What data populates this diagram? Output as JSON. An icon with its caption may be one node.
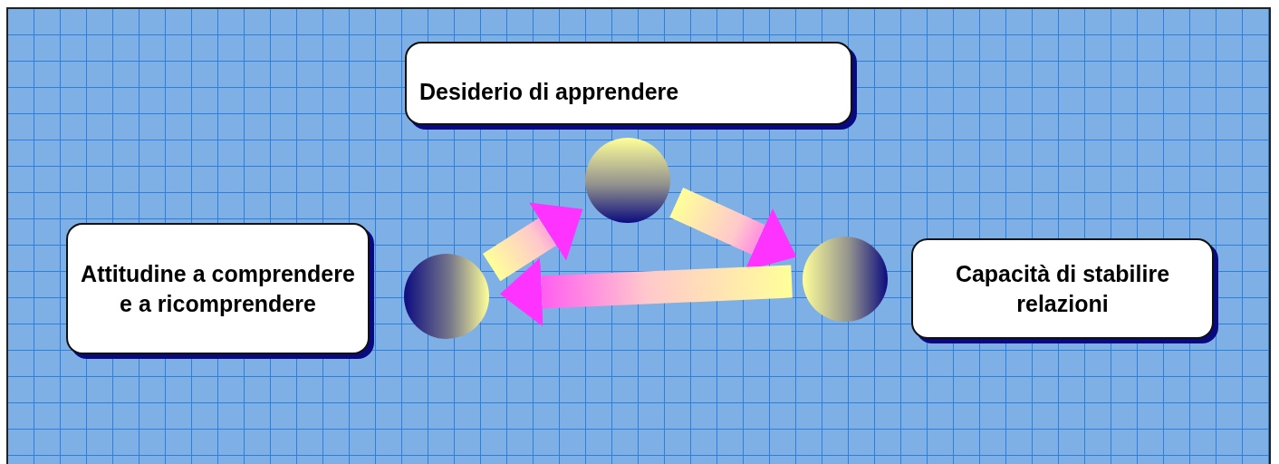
{
  "diagram": {
    "nodes": [
      {
        "text": [
          "Desiderio di apprendere"
        ]
      },
      {
        "text": [
          "Attitudine a comprendere e a ricomprendere"
        ]
      },
      {
        "text": [
          "Capacità di stabilire relazioni"
        ]
      },
      {
        "text": [],
        "shape": "circle"
      },
      {
        "text": [],
        "shape": "circle"
      },
      {
        "text": [],
        "shape": "circle"
      }
    ],
    "edges": [
      {
        "from": 4,
        "to": 3,
        "arrow": "to"
      },
      {
        "from": 3,
        "to": 5,
        "arrow": "to"
      },
      {
        "from": 5,
        "to": 4,
        "arrow": "to"
      }
    ]
  }
}
